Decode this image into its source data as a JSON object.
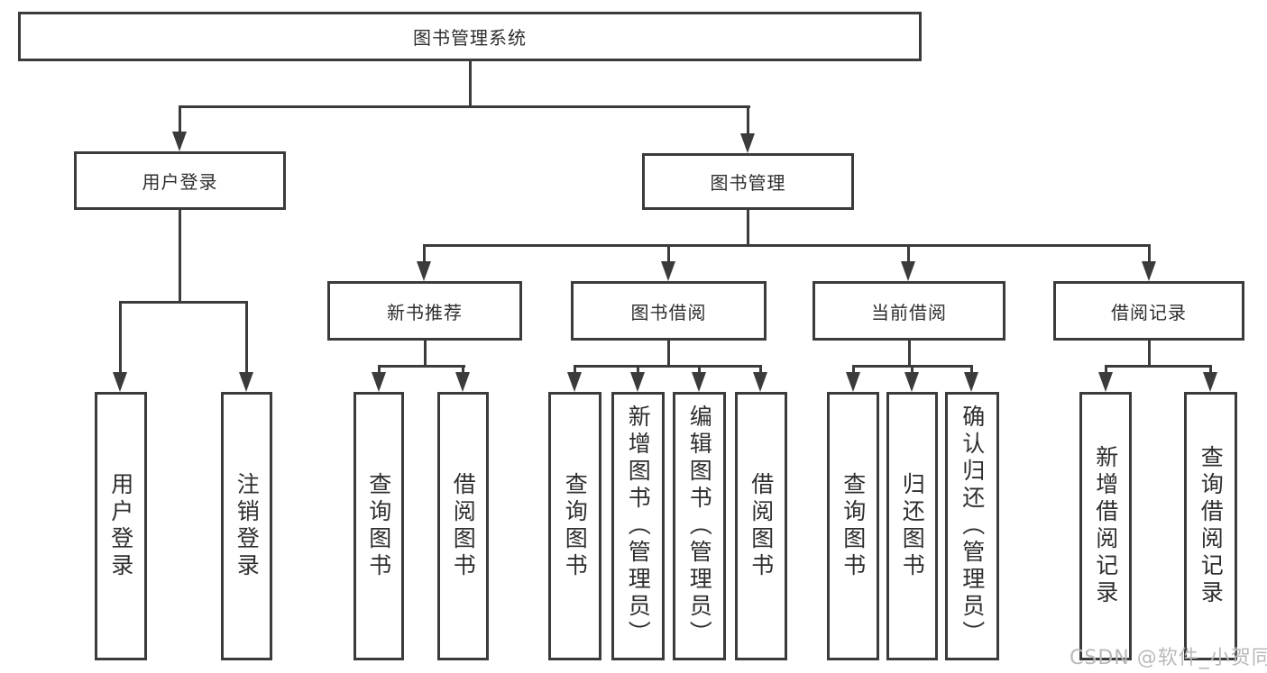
{
  "structure": {
    "label": "图书管理系统",
    "children": [
      {
        "label": "用户登录",
        "children": [
          {
            "label": "用户登录"
          },
          {
            "label": "注销登录"
          }
        ]
      },
      {
        "label": "图书管理",
        "children": [
          {
            "label": "新书推荐",
            "children": [
              {
                "label": "查询图书"
              },
              {
                "label": "借阅图书"
              }
            ]
          },
          {
            "label": "图书借阅",
            "children": [
              {
                "label": "查询图书"
              },
              {
                "label": "新增图书（管理员）"
              },
              {
                "label": "编辑图书（管理员）"
              },
              {
                "label": "借阅图书"
              }
            ]
          },
          {
            "label": "当前借阅",
            "children": [
              {
                "label": "查询图书"
              },
              {
                "label": "归还图书"
              },
              {
                "label": "确认归还（管理员）"
              }
            ]
          },
          {
            "label": "借阅记录",
            "children": [
              {
                "label": "新增借阅记录"
              },
              {
                "label": "查询借阅记录"
              }
            ]
          }
        ]
      }
    ]
  },
  "watermark": {
    "text": "CSDN @软件_小贺同学"
  },
  "colors": {
    "line": "#3b3b3b",
    "text": "#2e2e2e",
    "watermark": "#b9b9b9",
    "background": "#ffffff"
  }
}
